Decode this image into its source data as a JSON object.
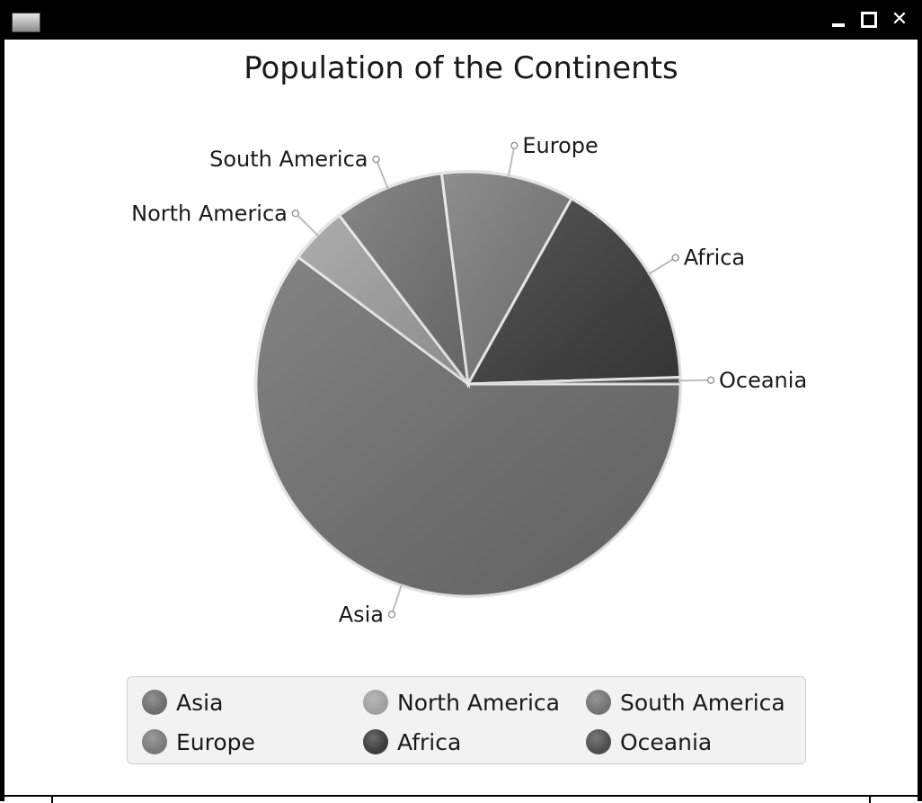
{
  "window": {
    "controls": {
      "minimize": "minimize",
      "maximize": "maximize",
      "close": "close"
    }
  },
  "colors": {
    "Asia": "#6e6e6e",
    "North America": "#a0a0a0",
    "South America": "#737373",
    "Europe": "#7a7a7a",
    "Africa": "#3c3c3c",
    "Oceania": "#4e4e4e",
    "slice_border": "#e8e8e8"
  },
  "chart_data": {
    "type": "pie",
    "title": "Population of the Continents",
    "slices": [
      {
        "label": "Asia",
        "value": 60.2
      },
      {
        "label": "North America",
        "value": 4.4
      },
      {
        "label": "South America",
        "value": 8.4
      },
      {
        "label": "Europe",
        "value": 10.1
      },
      {
        "label": "Africa",
        "value": 16.4
      },
      {
        "label": "Oceania",
        "value": 0.5
      }
    ],
    "legend": {
      "position": "bottom",
      "entries": [
        "Asia",
        "North America",
        "South America",
        "Europe",
        "Africa",
        "Oceania"
      ]
    }
  }
}
